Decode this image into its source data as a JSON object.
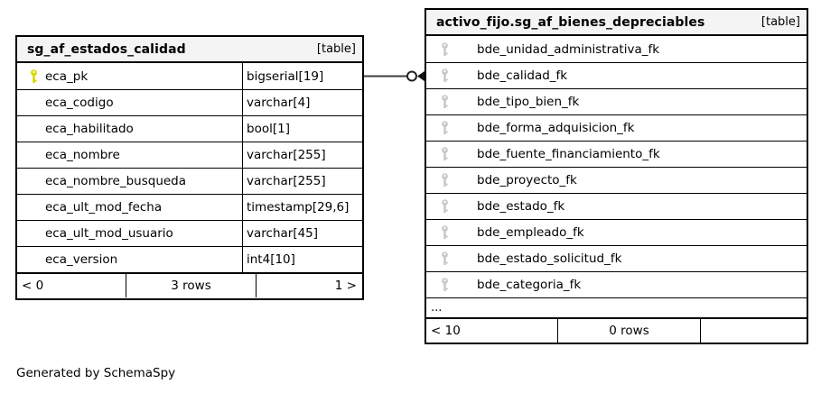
{
  "left_table": {
    "title": "sg_af_estados_calidad",
    "badge": "[table]",
    "columns": [
      {
        "name": "eca_pk",
        "type": "bigserial[19]",
        "key": "primary"
      },
      {
        "name": "eca_codigo",
        "type": "varchar[4]",
        "key": "none"
      },
      {
        "name": "eca_habilitado",
        "type": "bool[1]",
        "key": "none"
      },
      {
        "name": "eca_nombre",
        "type": "varchar[255]",
        "key": "none"
      },
      {
        "name": "eca_nombre_busqueda",
        "type": "varchar[255]",
        "key": "none"
      },
      {
        "name": "eca_ult_mod_fecha",
        "type": "timestamp[29,6]",
        "key": "none"
      },
      {
        "name": "eca_ult_mod_usuario",
        "type": "varchar[45]",
        "key": "none"
      },
      {
        "name": "eca_version",
        "type": "int4[10]",
        "key": "none"
      }
    ],
    "footer": {
      "left": "< 0",
      "center": "3 rows",
      "right": "1 >"
    }
  },
  "right_table": {
    "title": "activo_fijo.sg_af_bienes_depreciables",
    "badge": "[table]",
    "columns": [
      {
        "name": "bde_unidad_administrativa_fk",
        "key": "foreign"
      },
      {
        "name": "bde_calidad_fk",
        "key": "foreign"
      },
      {
        "name": "bde_tipo_bien_fk",
        "key": "foreign"
      },
      {
        "name": "bde_forma_adquisicion_fk",
        "key": "foreign"
      },
      {
        "name": "bde_fuente_financiamiento_fk",
        "key": "foreign"
      },
      {
        "name": "bde_proyecto_fk",
        "key": "foreign"
      },
      {
        "name": "bde_estado_fk",
        "key": "foreign"
      },
      {
        "name": "bde_empleado_fk",
        "key": "foreign"
      },
      {
        "name": "bde_estado_solicitud_fk",
        "key": "foreign"
      },
      {
        "name": "bde_categoria_fk",
        "key": "foreign"
      }
    ],
    "ellipsis": "...",
    "footer": {
      "left": "< 10",
      "center": "0 rows",
      "right": ""
    }
  },
  "relationship": {
    "from_column": "eca_pk",
    "to_column": "bde_calidad_fk",
    "cardinality": "zero-or-many"
  },
  "colors": {
    "primary_key_icon": "#d9d900",
    "foreign_key_icon": "#c9c9c9",
    "header_bg": "#f4f4f4",
    "border": "#000000",
    "connector": "#3d3d3d"
  },
  "footer_note": "Generated by SchemaSpy"
}
